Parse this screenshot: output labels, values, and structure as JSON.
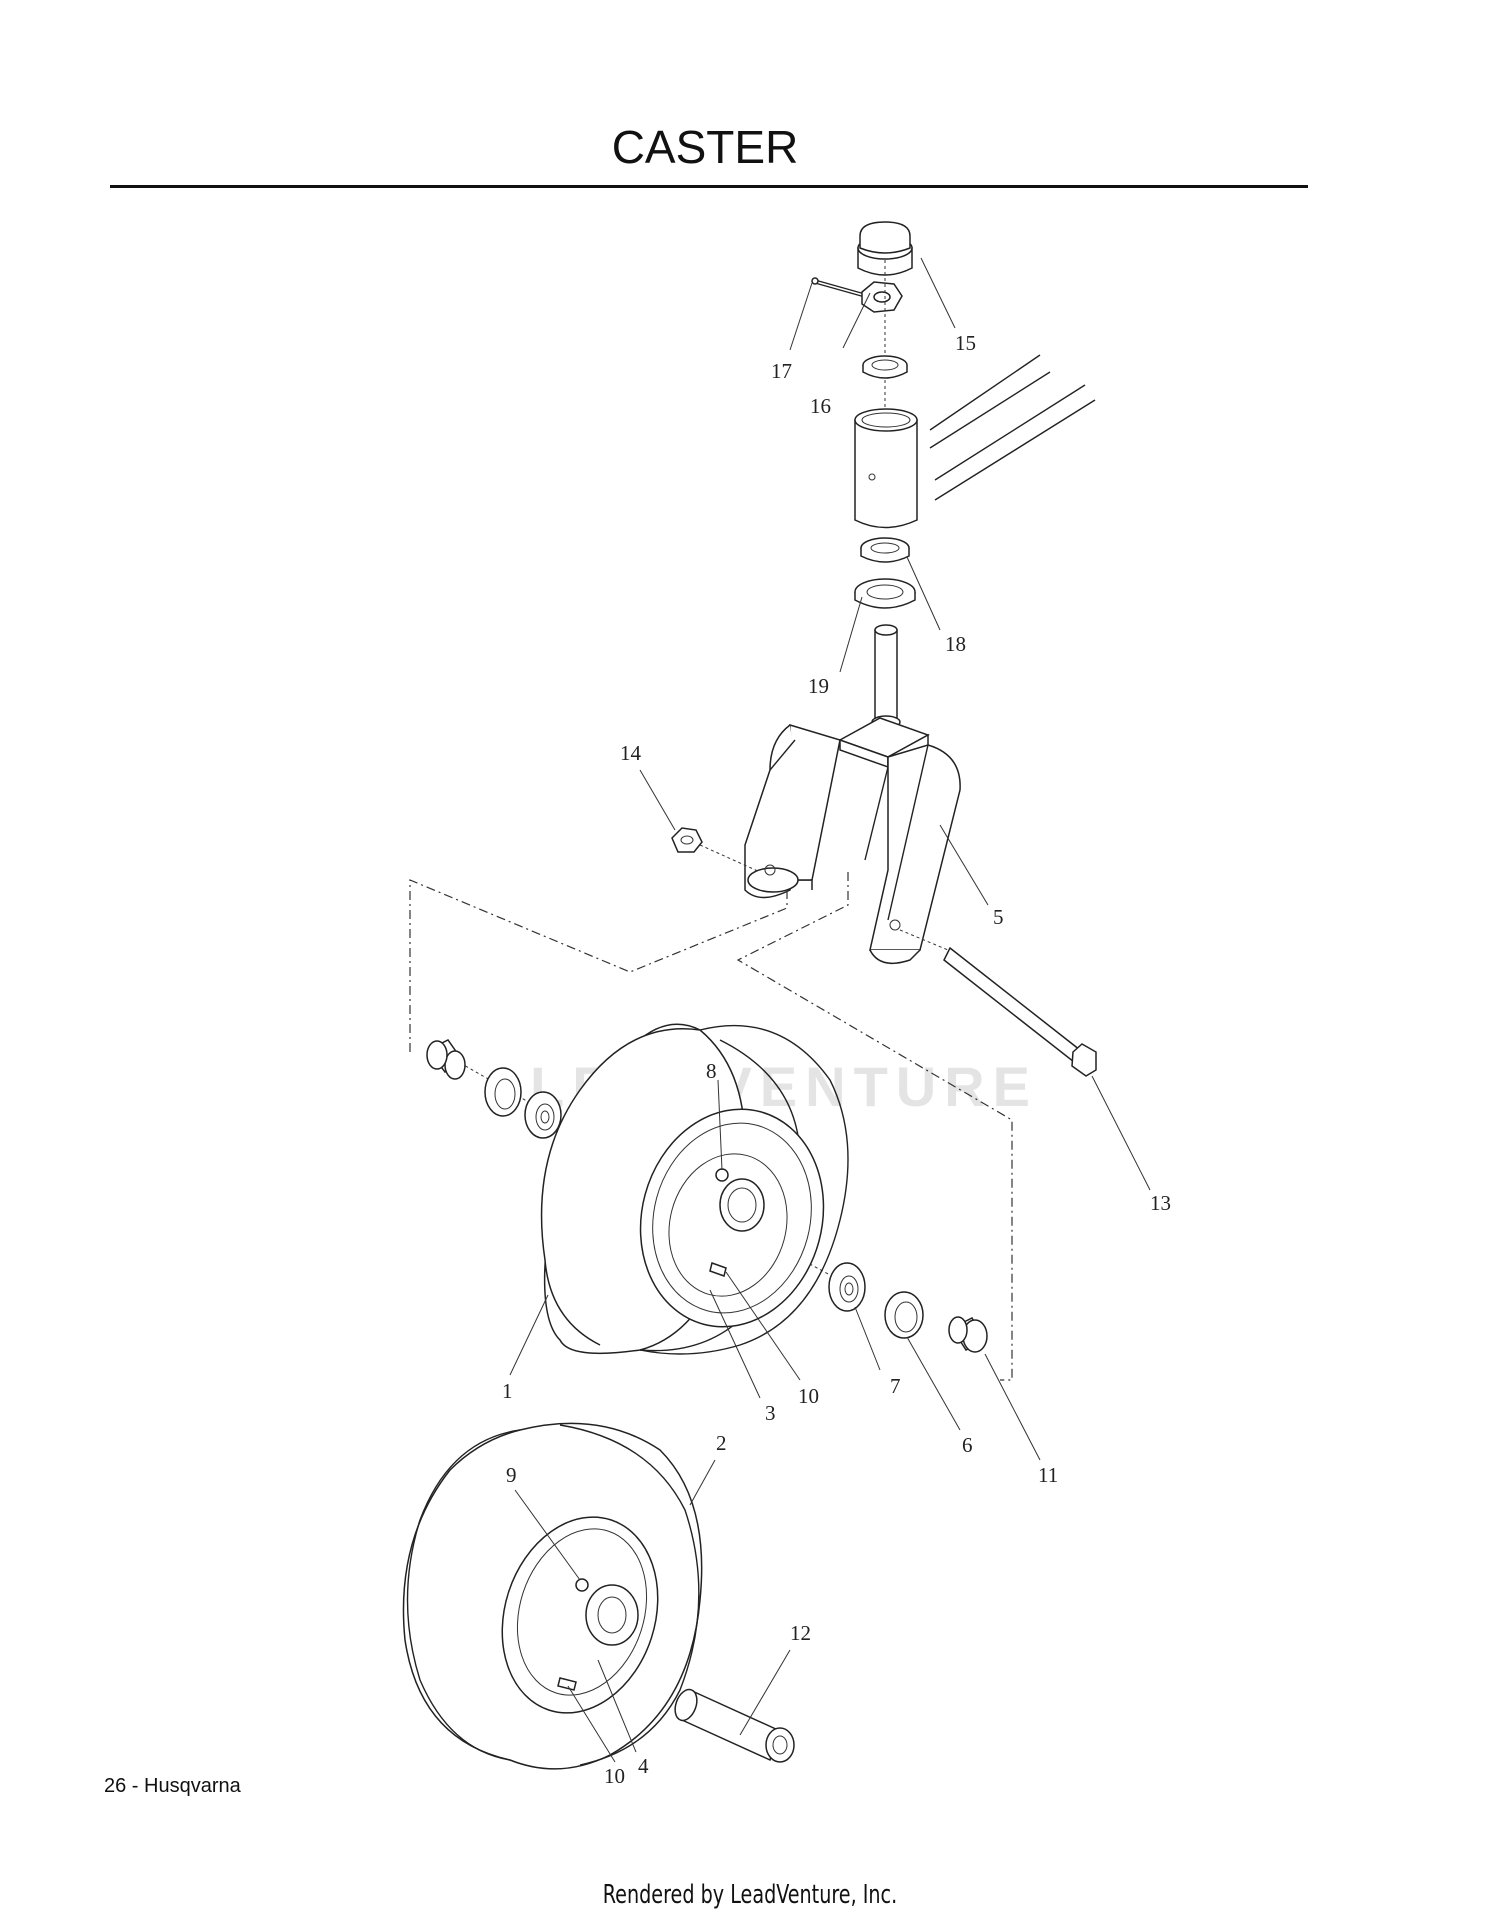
{
  "title": "CASTER",
  "footer_page": "26 - Husqvarna",
  "footer_render": "Rendered by LeadVenture, Inc.",
  "watermark": "LEADVENTURE",
  "callouts": {
    "c1": "1",
    "c2": "2",
    "c3": "3",
    "c4": "4",
    "c5": "5",
    "c6": "6",
    "c7": "7",
    "c8": "8",
    "c9": "9",
    "c10a": "10",
    "c10b": "10",
    "c11": "11",
    "c12": "12",
    "c13": "13",
    "c14": "14",
    "c15": "15",
    "c16": "16",
    "c17": "17",
    "c18": "18",
    "c19": "19"
  }
}
